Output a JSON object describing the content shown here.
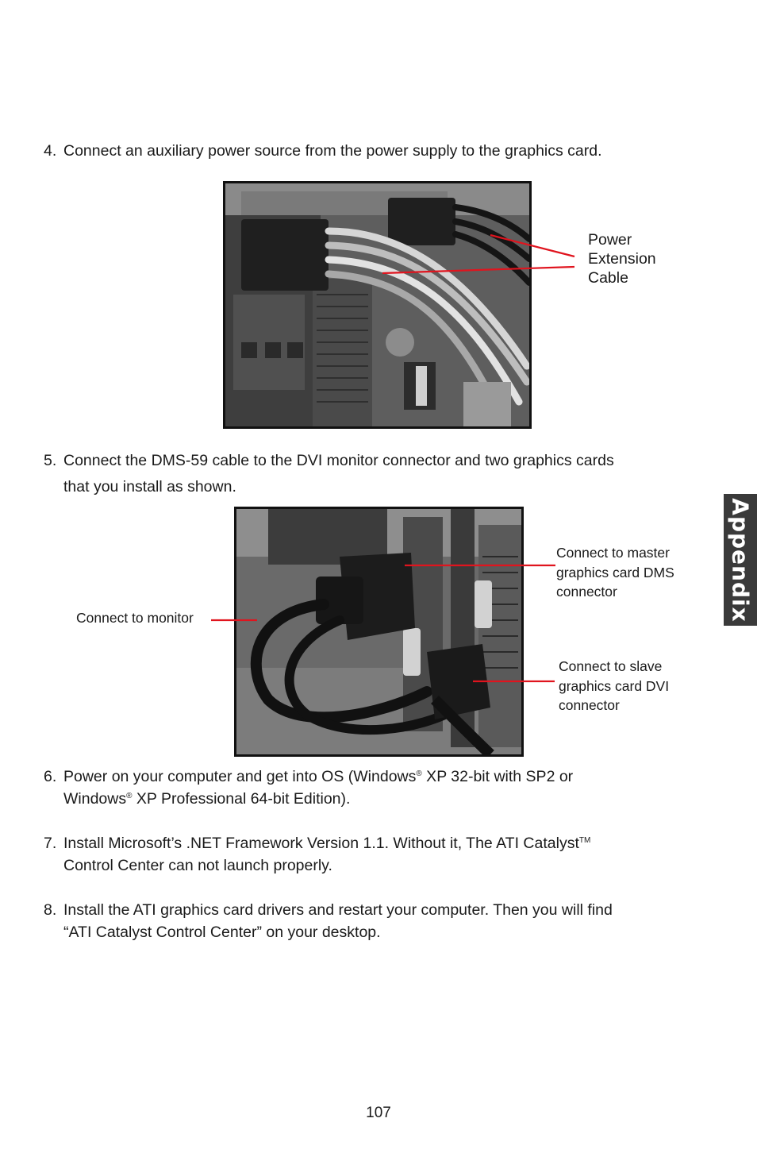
{
  "steps": {
    "step4": {
      "num": "4.",
      "text": "Connect an auxiliary power source from the power supply to the graphics card."
    },
    "step5": {
      "num": "5.",
      "line1": "Connect the DMS-59 cable to the DVI monitor connector and two graphics cards",
      "line2": "that you install as shown."
    },
    "step6": {
      "num": "6.",
      "a": "Power on your computer and get into OS (Windows",
      "reg1": "®",
      "b": " XP 32-bit with SP2 or",
      "c": "Windows",
      "reg2": "®",
      "d": " XP Professional 64-bit Edition)."
    },
    "step7": {
      "num": "7.",
      "a": "Install Microsoft’s .NET Framework Version 1.1. Without it, The ATI Catalyst",
      "tm": "TM",
      "b": "Control Center can not launch properly."
    },
    "step8": {
      "num": "8.",
      "a": "Install the ATI graphics card drivers and restart your computer. Then you will find",
      "b": "“ATI Catalyst Control Center” on your desktop."
    }
  },
  "figure1": {
    "label": {
      "line1": "Power",
      "line2": "Extension",
      "line3": "Cable"
    }
  },
  "figure2": {
    "label_master": {
      "line1": "Connect to master",
      "line2": "graphics card DMS",
      "line3": "connector"
    },
    "label_monitor": "Connect to monitor",
    "label_slave": {
      "line1": "Connect  to  slave",
      "line2": "graphics  card  DVI",
      "line3": "connector"
    }
  },
  "side_tab": "Appendix",
  "page_number": "107",
  "colors": {
    "leader_line": "#e0141e",
    "tab_bg": "#3a3a3a",
    "photo_border": "#111111"
  }
}
